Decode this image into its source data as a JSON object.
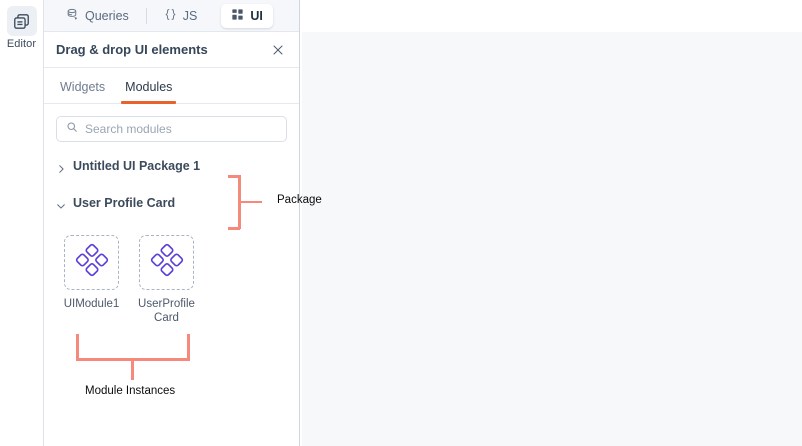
{
  "rail": {
    "items": [
      {
        "label": "Editor",
        "icon": "editor-stacked-docs-icon",
        "active": true
      }
    ]
  },
  "top_tabs": {
    "items": [
      {
        "label": "Queries",
        "icon": "database-query-icon",
        "active": false
      },
      {
        "label": "JS",
        "icon": "braces-icon",
        "active": false
      },
      {
        "label": "UI",
        "icon": "grid-squares-icon",
        "active": true
      }
    ]
  },
  "panel": {
    "title": "Drag & drop UI elements",
    "close_icon": "close-icon",
    "tabs": [
      {
        "label": "Widgets",
        "active": false
      },
      {
        "label": "Modules",
        "active": true
      }
    ],
    "search": {
      "placeholder": "Search modules",
      "value": "",
      "icon": "search-icon"
    },
    "tree": [
      {
        "label": "Untitled UI Package 1",
        "expanded": false,
        "chevron": "chevron-right-icon"
      },
      {
        "label": "User Profile Card",
        "expanded": true,
        "chevron": "chevron-down-icon"
      }
    ],
    "modules": [
      {
        "label": "UIModule1",
        "icon": "four-diamonds-module-icon"
      },
      {
        "label": "UserProfileCard",
        "icon": "four-diamonds-module-icon"
      }
    ]
  },
  "annotations": [
    {
      "id": "package",
      "label": "Package"
    },
    {
      "id": "module-instances",
      "label": "Module Instances"
    }
  ],
  "colors": {
    "accent_tab_underline": "#e8622c",
    "annotation": "#f4897c",
    "module_icon": "#5b3fd8",
    "canvas_bg": "#f7f8fa",
    "tabbar_bg": "#f5f7fa"
  }
}
